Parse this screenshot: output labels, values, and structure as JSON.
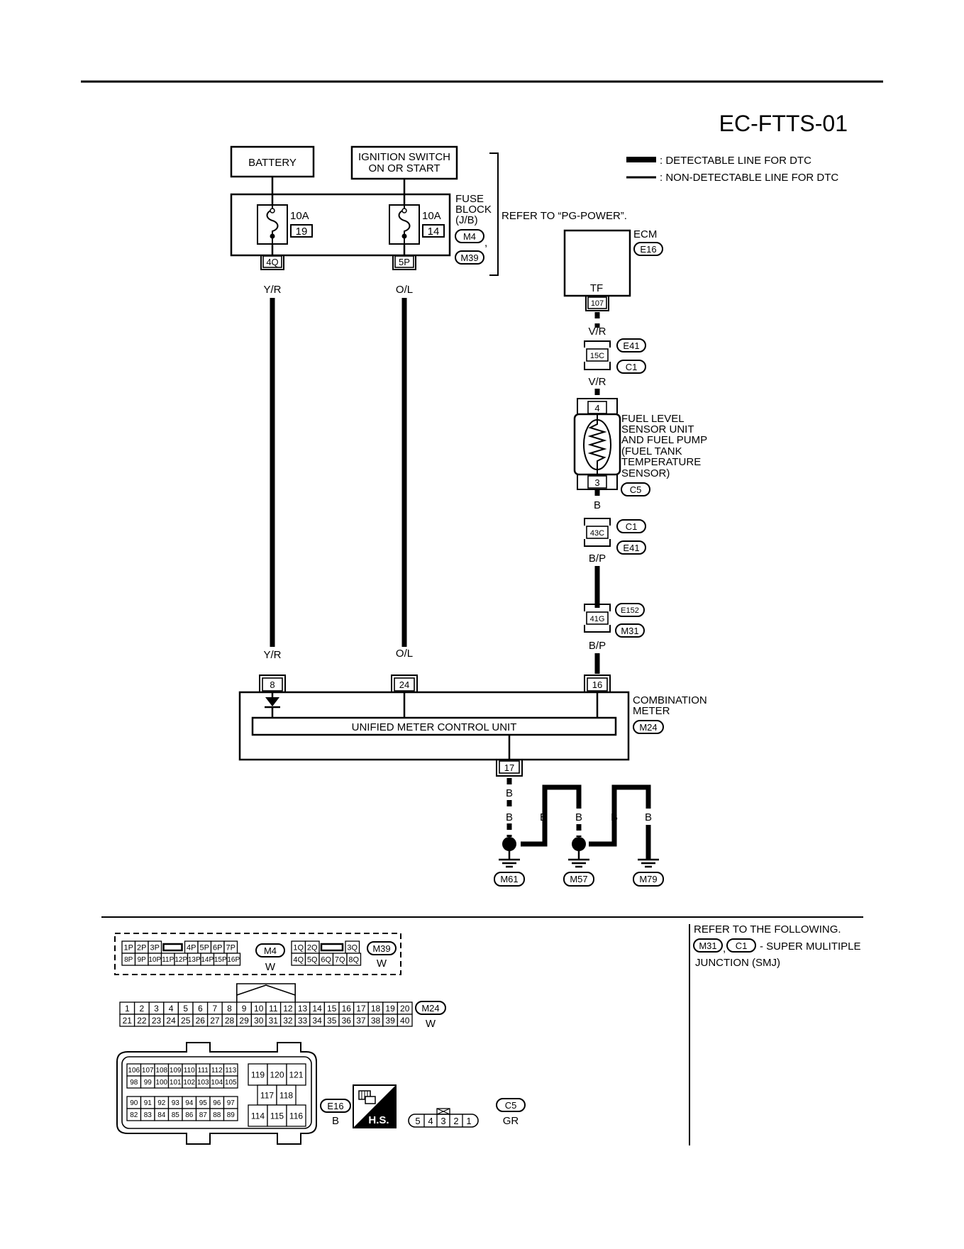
{
  "diagram_id": "EC-FTTS-01",
  "legend": {
    "detectable": ": DETECTABLE LINE FOR DTC",
    "non_detectable": ": NON-DETECTABLE LINE FOR DTC"
  },
  "battery": "BATTERY",
  "ignition": {
    "line1": "IGNITION SWITCH",
    "line2": "ON OR START"
  },
  "fuse_block": {
    "line1": "FUSE",
    "line2": "BLOCK",
    "line3": "(J/B)",
    "conn1": "M4",
    "conn2": "M39",
    "refer": "REFER TO “PG-POWER”.",
    "fuse_a_amp": "10A",
    "fuse_a_no": "19",
    "fuse_b_amp": "10A",
    "fuse_b_no": "14",
    "term_a": "4Q",
    "term_b": "5P"
  },
  "wires": {
    "yr": "Y/R",
    "ol": "O/L",
    "vr": "V/R",
    "b": "B",
    "bp": "B/P"
  },
  "ecm": {
    "label": "ECM",
    "conn": "E16",
    "terminal_name": "TF",
    "terminal": "107"
  },
  "harness1": {
    "term": "15C",
    "conn_a": "E41",
    "conn_b": "C1"
  },
  "sensor": {
    "lines": [
      "FUEL  LEVEL",
      "SENSOR UNIT",
      "AND FUEL PUMP",
      "(FUEL TANK",
      "TEMPERATURE",
      "SENSOR)"
    ],
    "term_top": "4",
    "term_bot": "3",
    "conn": "C5"
  },
  "harness2": {
    "term": "43C",
    "conn_a": "C1",
    "conn_b": "E41"
  },
  "harness3": {
    "term": "41G",
    "conn_a": "E152",
    "conn_b": "M31"
  },
  "combination_meter": {
    "line1": "COMBINATION",
    "line2": "METER",
    "conn": "M24",
    "unit": "UNIFIED METER CONTROL UNIT",
    "t8": "8",
    "t24": "24",
    "t16": "16",
    "t17": "17"
  },
  "grounds": [
    "M61",
    "M57",
    "M79"
  ],
  "refer_note": {
    "line1": "REFER TO THE FOLLOWING.",
    "conn_a": "M31",
    "conn_b": "C1",
    "line2": "- SUPER MULITIPLE",
    "line3": "JUNCTION (SMJ)"
  },
  "connectors": {
    "m4": {
      "id": "M4",
      "color": "W",
      "row1": [
        "1P",
        "2P",
        "3P",
        "",
        "4P",
        "5P",
        "6P",
        "7P"
      ],
      "row2": [
        "8P",
        "9P",
        "10P",
        "11P",
        "12P",
        "13P",
        "14P",
        "15P",
        "16P"
      ]
    },
    "m39": {
      "id": "M39",
      "color": "W",
      "row1": [
        "1Q",
        "2Q",
        "",
        "3Q"
      ],
      "row2": [
        "4Q",
        "5Q",
        "6Q",
        "7Q",
        "8Q"
      ]
    },
    "m24": {
      "id": "M24",
      "color": "W",
      "row1": [
        "1",
        "2",
        "3",
        "4",
        "5",
        "6",
        "7",
        "8",
        "9",
        "10",
        "11",
        "12",
        "13",
        "14",
        "15",
        "16",
        "17",
        "18",
        "19",
        "20"
      ],
      "row2": [
        "21",
        "22",
        "23",
        "24",
        "25",
        "26",
        "27",
        "28",
        "29",
        "30",
        "31",
        "32",
        "33",
        "34",
        "35",
        "36",
        "37",
        "38",
        "39",
        "40"
      ]
    },
    "e16": {
      "id": "E16",
      "color": "B",
      "r1": [
        "106",
        "107",
        "108",
        "109",
        "110",
        "111",
        "112",
        "113"
      ],
      "r2": [
        "98",
        "99",
        "100",
        "101",
        "102",
        "103",
        "104",
        "105"
      ],
      "r3": [
        "90",
        "91",
        "92",
        "93",
        "94",
        "95",
        "96",
        "97"
      ],
      "r4": [
        "82",
        "83",
        "84",
        "85",
        "86",
        "87",
        "88",
        "89"
      ],
      "c1": [
        "119",
        "120",
        "121"
      ],
      "c2": [
        "117",
        "118"
      ],
      "c3": [
        "114",
        "115",
        "116"
      ]
    },
    "hs": "H.S.",
    "c5": {
      "id": "C5",
      "color": "GR",
      "pins": [
        "5",
        "4",
        "3",
        "2",
        "1"
      ]
    }
  }
}
